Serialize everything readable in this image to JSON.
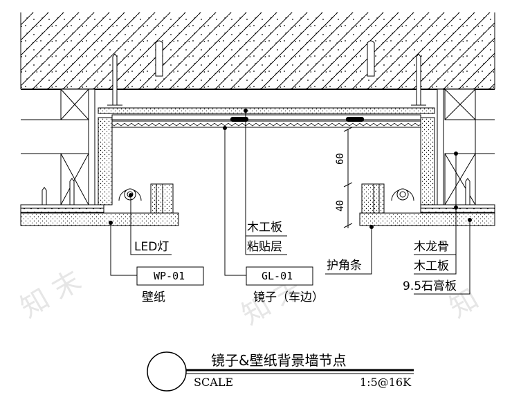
{
  "labels": {
    "wood_board_1": "木工板",
    "adhesive_layer": "粘贴层",
    "led": "LED灯",
    "corner_guard": "护角条",
    "wood_keel": "木龙骨",
    "wood_board_2": "木工板",
    "gypsum": "9.5石膏板"
  },
  "tags": {
    "wallpaper_code": "WP-01",
    "wallpaper_name": "壁纸",
    "mirror_code": "GL-01",
    "mirror_name": "镜子（车边）"
  },
  "dimensions": {
    "upper": "60",
    "lower": "40"
  },
  "title_block": {
    "title": "镜子&壁纸背景墙节点",
    "scale_label": "SCALE",
    "scale_value": "1:5@16K"
  }
}
